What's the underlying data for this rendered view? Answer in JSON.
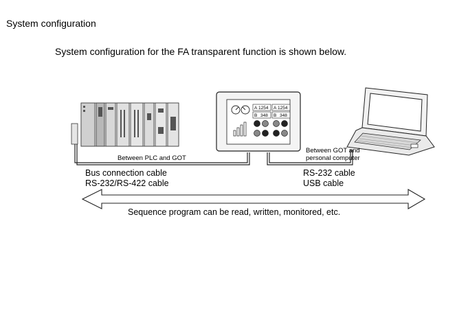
{
  "heading": "System configuration",
  "intro": "System configuration for the FA transparent function is shown below.",
  "diagram": {
    "plc_got_label": "Between PLC and GOT",
    "got_pc_label_line1": "Between GOT and",
    "got_pc_label_line2": "personal computer",
    "left_cables": [
      "Bus connection cable",
      "RS-232/RS-422 cable"
    ],
    "right_cables": [
      "RS-232 cable",
      "USB cable"
    ],
    "arrow_caption": "Sequence program can be read, written, monitored, etc.",
    "got_screen": {
      "readouts": [
        "A",
        "1254",
        "A",
        "1254",
        "B",
        "348",
        "B",
        "348"
      ]
    },
    "icons": [
      "plc-rack-icon",
      "got-panel-icon",
      "laptop-icon",
      "double-arrow-icon"
    ]
  }
}
